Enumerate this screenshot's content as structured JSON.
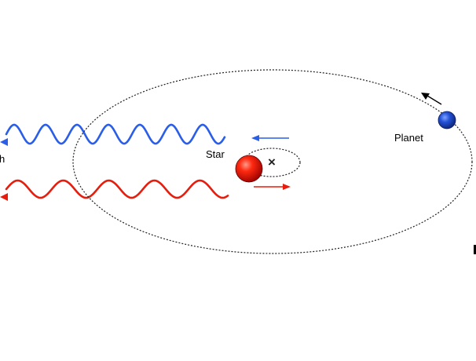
{
  "labels": {
    "star": "Star",
    "planet": "Planet",
    "edge_text": "h",
    "barycenter_mark": "×"
  },
  "colors": {
    "background": "#ffffff",
    "blueshift_wave": "#2a5de8",
    "redshift_wave": "#e81c0c",
    "orbit": "#222222",
    "arrow_black": "#000000",
    "star_fill": "#e00000",
    "planet_fill": "#1f4fd6"
  },
  "icons": {
    "star": "red-sphere",
    "planet": "blue-sphere",
    "barycenter": "x-mark"
  }
}
